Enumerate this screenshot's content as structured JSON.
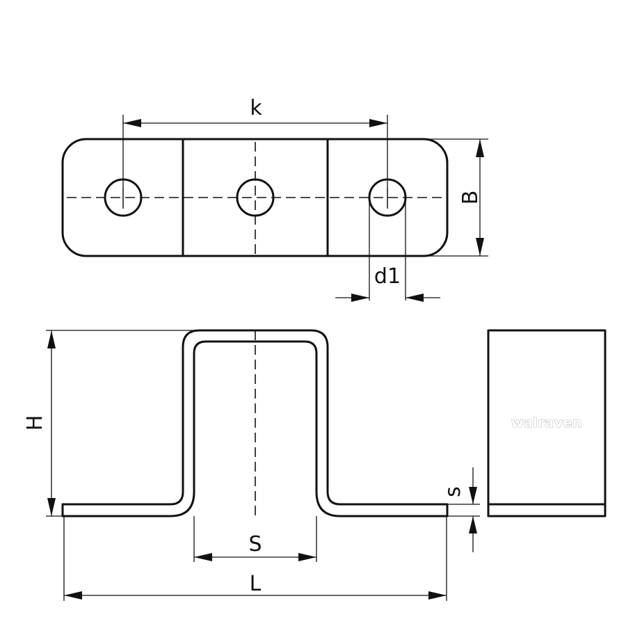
{
  "dimensions": {
    "k": "k",
    "B": "B",
    "d1": "d1",
    "H": "H",
    "S": "S",
    "L": "L",
    "s": "s"
  },
  "brand": "walraven",
  "colors": {
    "line": "#111111",
    "background": "#ffffff",
    "brand_outline": "#b8b8b8"
  }
}
